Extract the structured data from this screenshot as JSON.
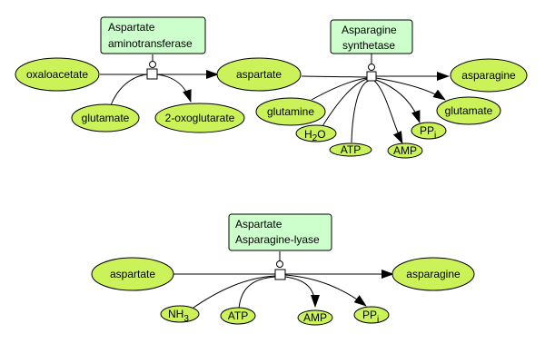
{
  "colors": {
    "enzyme_fill": "#ccffcc",
    "metabolite_fill": "#ccf25a",
    "line": "#000000"
  },
  "reactions": [
    {
      "enzyme": [
        "Aspartate",
        "aminotransferase"
      ],
      "substrates": [
        "oxaloacetate",
        "glutamate"
      ],
      "products": [
        "aspartate",
        "2-oxoglutarate"
      ]
    },
    {
      "enzyme": [
        "Asparagine",
        "synthetase"
      ],
      "substrates": [
        "aspartate",
        "glutamine",
        "H2O",
        "ATP"
      ],
      "products": [
        "asparagine",
        "glutamate",
        "PPi",
        "AMP"
      ]
    },
    {
      "enzyme": [
        "Aspartate",
        "Asparagine-lyase"
      ],
      "substrates": [
        "aspartate",
        "NH3",
        "ATP"
      ],
      "products": [
        "asparagine",
        "AMP",
        "PPi"
      ]
    }
  ],
  "labels": {
    "r1_enz_l1": "Aspartate",
    "r1_enz_l2": "aminotransferase",
    "oxaloacetate": "oxaloacetate",
    "glutamate_1": "glutamate",
    "oxoglutarate": "2-oxoglutarate",
    "aspartate_1": "aspartate",
    "r2_enz_l1": "Asparagine",
    "r2_enz_l2": "synthetase",
    "asparagine_1": "asparagine",
    "glutamine": "glutamine",
    "h2o_h": "H",
    "h2o_sub": "2",
    "h2o_o": "O",
    "atp_1": "ATP",
    "amp_1": "AMP",
    "ppi_1_pp": "PP",
    "ppi_1_sub": "i",
    "glutamate_2": "glutamate",
    "r3_enz_l1": "Aspartate",
    "r3_enz_l2": "Asparagine-lyase",
    "aspartate_2": "aspartate",
    "asparagine_2": "asparagine",
    "nh3_nh": "NH",
    "nh3_sub": "3",
    "atp_2": "ATP",
    "amp_2": "AMP",
    "ppi_2_pp": "PP",
    "ppi_2_sub": "i"
  }
}
